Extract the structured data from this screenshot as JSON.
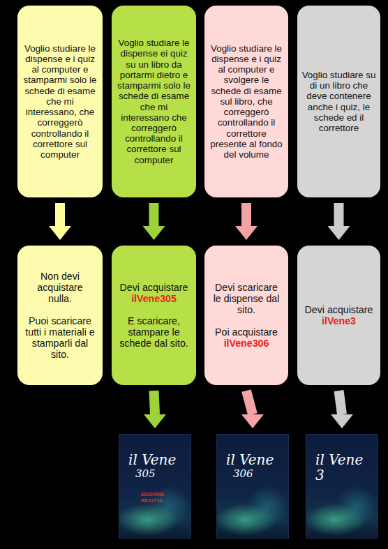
{
  "diagram": {
    "nodes": [
      {
        "text": [
          "Voglio studiare le dispense e i quiz al computer e stamparmi solo le schede di esame che mi interessano, che correggerò controllando il correttore sul computer"
        ]
      },
      {
        "text": [
          "Voglio studiare le dispense ei quiz su un libro da portarmi dietro e stamparmi solo le schede di esame che mi interessano che correggerò controllando il correttore sul computer"
        ]
      },
      {
        "text": [
          "Voglio studiare le dispense e i quiz al computer e svolgere le schede di esame sul libro, che correggerò controllando il correttore presente al fondo del volume"
        ]
      },
      {
        "text": [
          "Voglio studiare su di un libro che deve contenere anche i quiz, le schede ed il correttore"
        ]
      },
      {
        "text": [
          "Non devi acquistare nulla.",
          "Puoi scaricare tutti i materiali e stamparli dal sito."
        ]
      },
      {
        "text": [
          "Devi acquistare",
          "ilVene305",
          "E scaricare, stampare le schede dal sito."
        ]
      },
      {
        "text": [
          "Devi scaricare le dispense dal sito.",
          "Poi acquistare",
          "ilVene306"
        ]
      },
      {
        "text": [
          "Devi acquistare",
          "ilVene3"
        ]
      },
      {
        "text": [
          "il Vene",
          "305",
          "EDIZIONE RIDOTTA"
        ]
      },
      {
        "text": [
          "il Vene",
          "306"
        ]
      },
      {
        "text": [
          "il Vene 3"
        ]
      }
    ],
    "edges": [
      {
        "from": 0,
        "to": 4,
        "arrow": "to"
      },
      {
        "from": 1,
        "to": 5,
        "arrow": "to"
      },
      {
        "from": 2,
        "to": 6,
        "arrow": "to"
      },
      {
        "from": 3,
        "to": 7,
        "arrow": "to"
      },
      {
        "from": 5,
        "to": 8,
        "arrow": "to"
      },
      {
        "from": 6,
        "to": 9,
        "arrow": "to"
      },
      {
        "from": 7,
        "to": 10,
        "arrow": "to"
      }
    ]
  }
}
